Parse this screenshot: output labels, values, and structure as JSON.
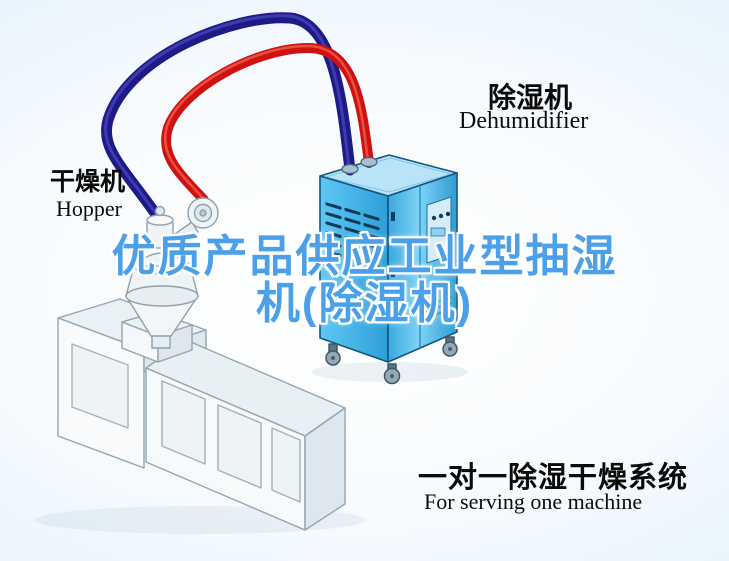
{
  "labels": {
    "dryer_cn": "干燥机",
    "dryer_en": "Hopper",
    "dehumidifier_cn": "除湿机",
    "dehumidifier_en": "Dehumidifier"
  },
  "title": {
    "line1": "优质产品供应工业型抽湿",
    "line2": "机(除湿机)"
  },
  "footer": {
    "cn": "一对一除湿干燥系统",
    "en": "For serving one machine"
  },
  "colors": {
    "title_blue": "#4ba0e9",
    "pipe_red": "#cf1210",
    "pipe_navy": "#1e1b87",
    "dehumidifier_front": "#45b4e8",
    "dehumidifier_side": "#5cc3ef",
    "dehumidifier_top": "#b9e4f7",
    "machine_body": "#f7fafb"
  }
}
